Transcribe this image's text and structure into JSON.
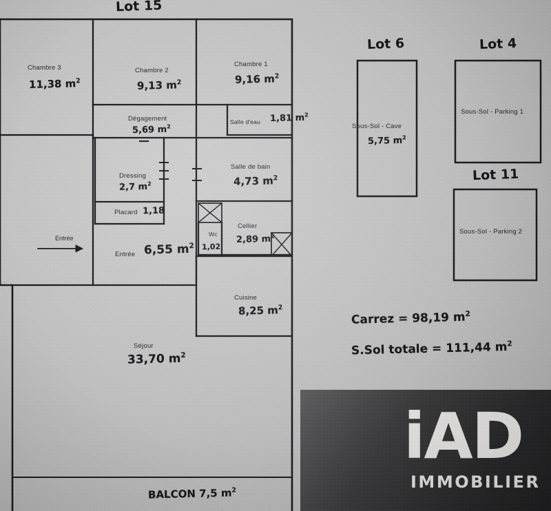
{
  "document": {
    "kind": "hand-annotated apartment floor plan",
    "main_lot_title": "Lot 15",
    "unit_symbol": "m²"
  },
  "main_plan": {
    "title": "Lot 15",
    "rooms": [
      {
        "id": "chambre3",
        "name": "Chambre 3",
        "area": "11,38",
        "area_label": "11,38 m²"
      },
      {
        "id": "chambre2",
        "name": "Chambre 2",
        "area": "9,13",
        "area_label": "9,13 m²"
      },
      {
        "id": "chambre1",
        "name": "Chambre 1",
        "area": "9,16",
        "area_label": "9,16 m²"
      },
      {
        "id": "degagement",
        "name": "Dégagement",
        "area": "5,69",
        "area_label": "5,69 m²"
      },
      {
        "id": "salledeau",
        "name": "Salle d'eau",
        "area": "1,81",
        "area_label": "1,81 m²"
      },
      {
        "id": "dressing",
        "name": "Dressing",
        "area": "2,7",
        "area_label": "2,7 m²"
      },
      {
        "id": "salledebain",
        "name": "Salle de bain",
        "area": "4,73",
        "area_label": "4,73 m²"
      },
      {
        "id": "placard",
        "name": "Placard",
        "area": "1,18",
        "area_label": "1,18"
      },
      {
        "id": "wc",
        "name": "Wc",
        "area": "1,02",
        "area_label": "1,02"
      },
      {
        "id": "cellier",
        "name": "Cellier",
        "area": "2,89",
        "area_label": "2,89 m²"
      },
      {
        "id": "entree",
        "name": "Entrée",
        "area": "6,55",
        "area_label": "6,55 m²"
      },
      {
        "id": "cuisine",
        "name": "Cuisine",
        "area": "8,25",
        "area_label": "8,25 m²"
      },
      {
        "id": "sejour",
        "name": "Séjour",
        "area": "33,70",
        "area_label": "33,70 m²"
      },
      {
        "id": "balcon",
        "name": "BALCON",
        "area": "7,5",
        "area_label": "BALCON 7,5 m²"
      }
    ],
    "entrance_marker": {
      "label": "Entrée",
      "icon": "right-arrow-icon"
    }
  },
  "annexe_lots": [
    {
      "id": "lot6",
      "title": "Lot 6",
      "room": "Sous-Sol - Cave",
      "area_label": "5,75 m²",
      "has_area": true
    },
    {
      "id": "lot4",
      "title": "Lot 4",
      "room": "Sous-Sol - Parking 1",
      "area_label": "",
      "has_area": false
    },
    {
      "id": "lot11",
      "title": "Lot 11",
      "room": "Sous-Sol - Parking 2",
      "area_label": "",
      "has_area": false
    }
  ],
  "totals": [
    {
      "id": "carrez",
      "text": "Carrez = 98,19 m²",
      "label": "Carrez",
      "value": "98,19 m²"
    },
    {
      "id": "soltotale",
      "text": "S.Sol totale = 111,44 m²",
      "label": "S.Sol totale",
      "value": "111,44 m²"
    }
  ],
  "branding": {
    "mark": "iAD",
    "subtitle": "IMMOBILIER"
  },
  "colors": {
    "paper": "#c8c8c8",
    "ink": "#1a1c20",
    "handwriting": "#15171b",
    "logo_bg_dark": "#19191b",
    "logo_text": "#eceae8"
  }
}
